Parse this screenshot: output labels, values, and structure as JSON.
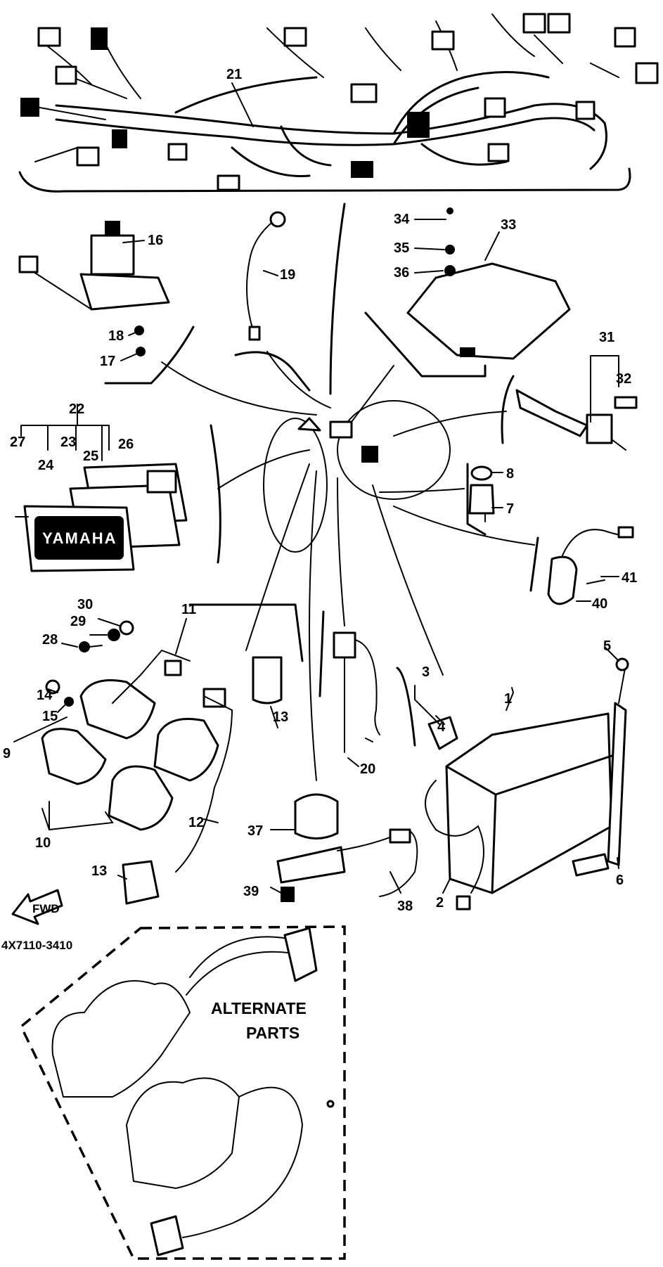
{
  "diagram": {
    "parts": [
      {
        "id": "p21",
        "number": "21"
      },
      {
        "id": "p16",
        "number": "16"
      },
      {
        "id": "p19",
        "number": "19"
      },
      {
        "id": "p18",
        "number": "18"
      },
      {
        "id": "p17",
        "number": "17"
      },
      {
        "id": "p34",
        "number": "34"
      },
      {
        "id": "p35",
        "number": "35"
      },
      {
        "id": "p36",
        "number": "36"
      },
      {
        "id": "p33",
        "number": "33"
      },
      {
        "id": "p31",
        "number": "31"
      },
      {
        "id": "p32",
        "number": "32"
      },
      {
        "id": "p22",
        "number": "22"
      },
      {
        "id": "p27",
        "number": "27"
      },
      {
        "id": "p23",
        "number": "23"
      },
      {
        "id": "p26",
        "number": "26"
      },
      {
        "id": "p24",
        "number": "24"
      },
      {
        "id": "p25",
        "number": "25"
      },
      {
        "id": "p8",
        "number": "8"
      },
      {
        "id": "p7",
        "number": "7"
      },
      {
        "id": "p41",
        "number": "41"
      },
      {
        "id": "p40",
        "number": "40"
      },
      {
        "id": "p30",
        "number": "30"
      },
      {
        "id": "p29",
        "number": "29"
      },
      {
        "id": "p28",
        "number": "28"
      },
      {
        "id": "p11",
        "number": "11"
      },
      {
        "id": "p14",
        "number": "14"
      },
      {
        "id": "p15",
        "number": "15"
      },
      {
        "id": "p9",
        "number": "9"
      },
      {
        "id": "p13a",
        "number": "13"
      },
      {
        "id": "p20",
        "number": "20"
      },
      {
        "id": "p3",
        "number": "3"
      },
      {
        "id": "p4",
        "number": "4"
      },
      {
        "id": "p1",
        "number": "1"
      },
      {
        "id": "p5",
        "number": "5"
      },
      {
        "id": "p10",
        "number": "10"
      },
      {
        "id": "p12",
        "number": "12"
      },
      {
        "id": "p37",
        "number": "37"
      },
      {
        "id": "p13b",
        "number": "13"
      },
      {
        "id": "p39",
        "number": "39"
      },
      {
        "id": "p38",
        "number": "38"
      },
      {
        "id": "p2",
        "number": "2"
      },
      {
        "id": "p6",
        "number": "6"
      }
    ],
    "diagram_code": "4X7110-3410",
    "alternate_parts_line1": "ALTERNATE",
    "alternate_parts_line2": "PARTS",
    "direction_arrow_text": "FWD",
    "license_plate_text": "YAMAHA",
    "colors": {
      "ink": "#000000",
      "paper": "#ffffff"
    }
  }
}
